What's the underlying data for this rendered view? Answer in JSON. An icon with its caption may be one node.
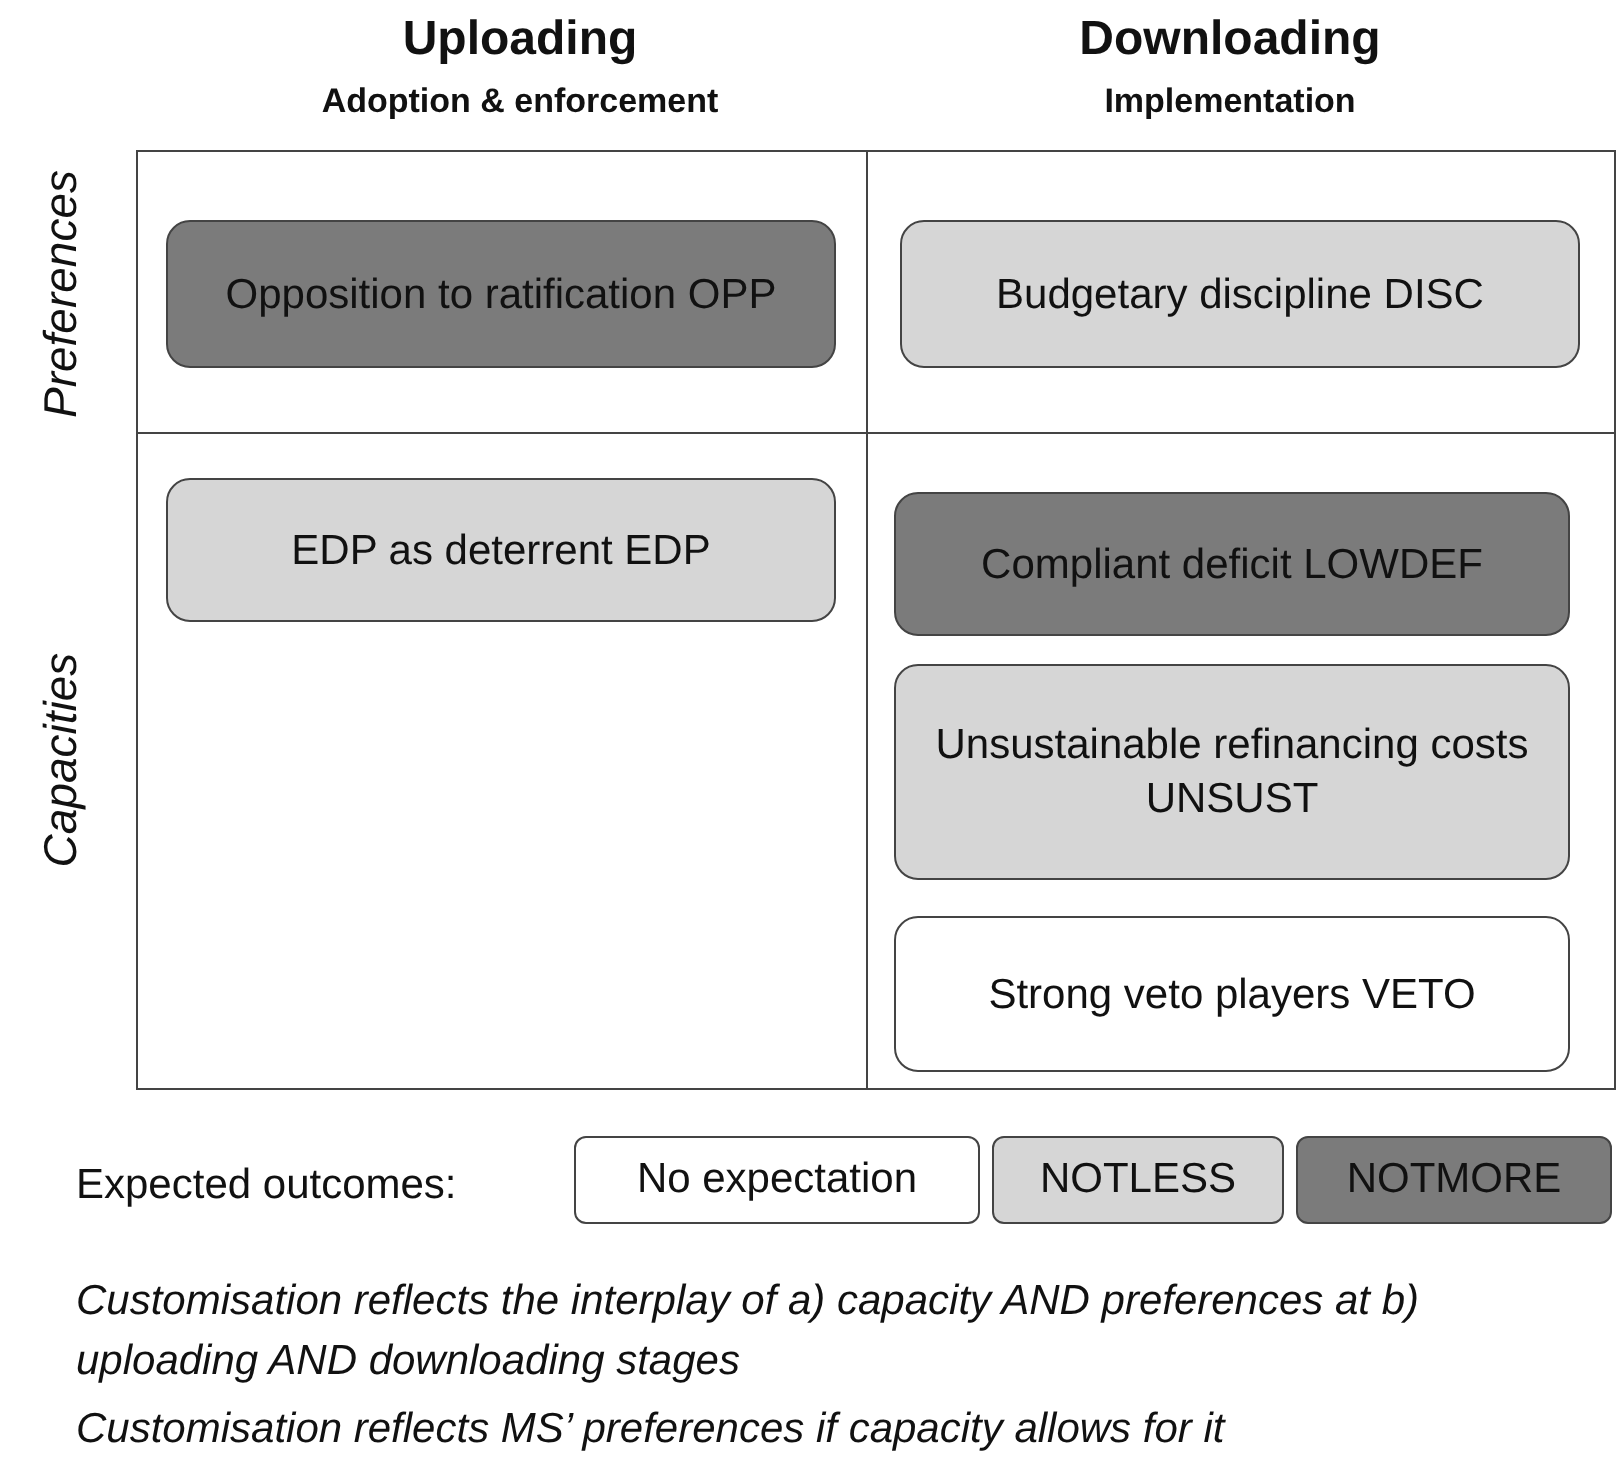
{
  "diagram": {
    "nodes": [
      {
        "text": [
          "Opposition to ratification OPP"
        ]
      },
      {
        "text": [
          "Budgetary discipline DISC"
        ]
      },
      {
        "text": [
          "EDP as deterrent EDP"
        ]
      },
      {
        "text": [
          "Compliant deficit LOWDEF"
        ]
      },
      {
        "text": [
          "Unsustainable refinancing costs UNSUST"
        ]
      },
      {
        "text": [
          "Strong veto players VETO"
        ]
      }
    ],
    "labels": [
      "Uploading",
      "Adoption & enforcement",
      "Downloading",
      "Implementation",
      "Preferences",
      "Capacities",
      "Expected outcomes:",
      "Customisation reflects the interplay of a) capacity AND preferences at b) uploading AND downloading stages",
      "Customisation reflects MS’ preferences if capacity allows for it"
    ],
    "legend": [
      {
        "text": "No expectation",
        "color": "#ffffff"
      },
      {
        "text": "NOTLESS",
        "color": "#d6d6d6"
      },
      {
        "text": "NOTMORE",
        "color": "#7b7b7b"
      }
    ]
  }
}
